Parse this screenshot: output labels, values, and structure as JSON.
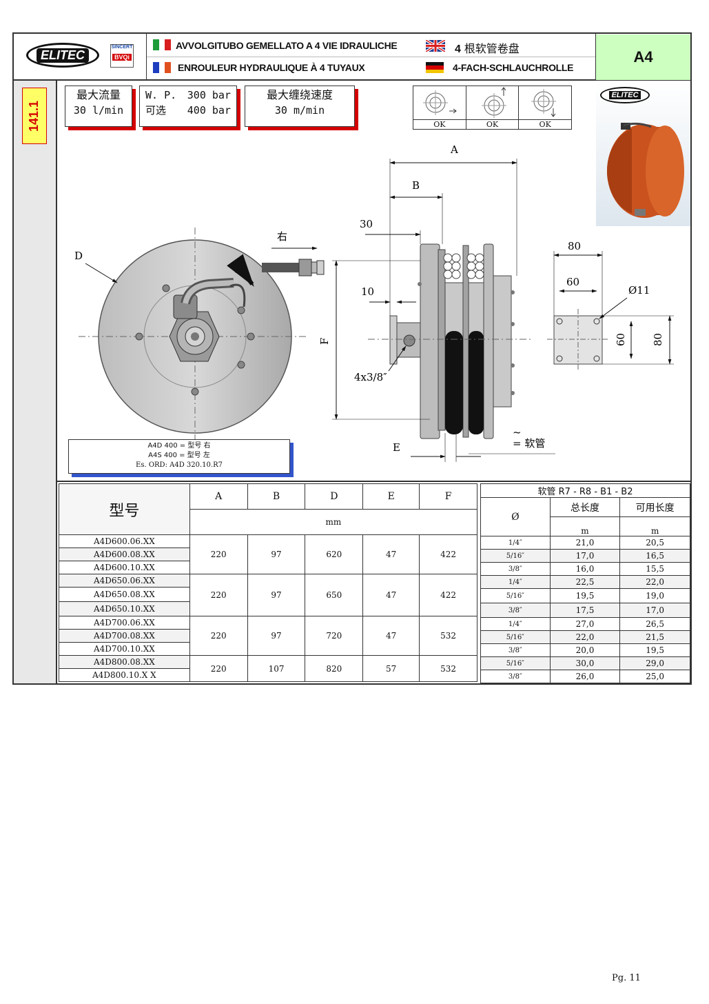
{
  "header": {
    "brand": "ELITEC",
    "cert_top": "SINCERT",
    "cert_bottom": "BVQi",
    "it_title": "AVVOLGITUBO GEMELLATO A 4 VIE IDRAULICHE",
    "fr_title": "ENROULEUR HYDRAULIQUE À 4 TUYAUX",
    "en_title_num": "4",
    "en_title": "根软管卷盘",
    "de_title": "4-FACH-SCHLAUCHROLLE",
    "code": "A4"
  },
  "side_code": "141.1",
  "specs": {
    "flow_label": "最大流量",
    "flow_value": "30 l/min",
    "wp_label": "W. P.",
    "wp_value": "300 bar",
    "opt_label": "可选",
    "opt_value": "400 bar",
    "speed_label": "最大缠绕速度",
    "speed_value": "30 m/min"
  },
  "mount_ok": [
    "OK",
    "OK",
    "OK"
  ],
  "photo_brand": "ELITEC",
  "drawing": {
    "label_D": "D",
    "label_right": "右",
    "label_A": "A",
    "label_B": "B",
    "label_30": "30",
    "label_10": "10",
    "label_F": "F",
    "label_thread": "4x3/8″",
    "label_E": "E",
    "label_hose": "= 软管",
    "label_80a": "80",
    "label_60a": "60",
    "label_hole": "Ø11",
    "label_60b": "60",
    "label_80b": "80"
  },
  "legend": {
    "line1": "A4D 400 = 型号 右",
    "line2": "A4S 400 = 型号 左",
    "line3": "Es. ORD:  A4D 320.10.R7"
  },
  "table": {
    "model_header": "型号",
    "cols": [
      "A",
      "B",
      "D",
      "E",
      "F"
    ],
    "unit": "mm",
    "groups": [
      {
        "models": [
          "A4D600.06.XX",
          "A4D600.08.XX",
          "A4D600.10.XX"
        ],
        "values": [
          "220",
          "97",
          "620",
          "47",
          "422"
        ]
      },
      {
        "models": [
          "A4D650.06.XX",
          "A4D650.08.XX",
          "A4D650.10.XX"
        ],
        "values": [
          "220",
          "97",
          "650",
          "47",
          "422"
        ]
      },
      {
        "models": [
          "A4D700.06.XX",
          "A4D700.08.XX",
          "A4D700.10.XX"
        ],
        "values": [
          "220",
          "97",
          "720",
          "47",
          "532"
        ]
      },
      {
        "models": [
          "A4D800.08.XX",
          "A4D800.10.X X"
        ],
        "values": [
          "220",
          "107",
          "820",
          "57",
          "532"
        ]
      }
    ]
  },
  "hose_table": {
    "title": "软管 R7 - R8 - B1 - B2",
    "dia_header": "Ø",
    "total_header": "总长度",
    "usable_header": "可用长度",
    "unit_total": "m",
    "unit_usable": "m",
    "rows": [
      [
        "1/4″",
        "21,0",
        "20,5"
      ],
      [
        "5/16″",
        "17,0",
        "16,5"
      ],
      [
        "3/8″",
        "16,0",
        "15,5"
      ],
      [
        "1/4″",
        "22,5",
        "22,0"
      ],
      [
        "5/16″",
        "19,5",
        "19,0"
      ],
      [
        "3/8″",
        "17,5",
        "17,0"
      ],
      [
        "1/4″",
        "27,0",
        "26,5"
      ],
      [
        "5/16″",
        "22,0",
        "21,5"
      ],
      [
        "3/8″",
        "20,0",
        "19,5"
      ],
      [
        "5/16″",
        "30,0",
        "29,0"
      ],
      [
        "3/8″",
        "26,0",
        "25,0"
      ]
    ]
  },
  "page": "Pg. 11",
  "colors": {
    "accent_red": "#d40000",
    "code_green": "#ccffc0",
    "side_yellow": "#ffff66",
    "reel_orange": "#c9521e"
  }
}
